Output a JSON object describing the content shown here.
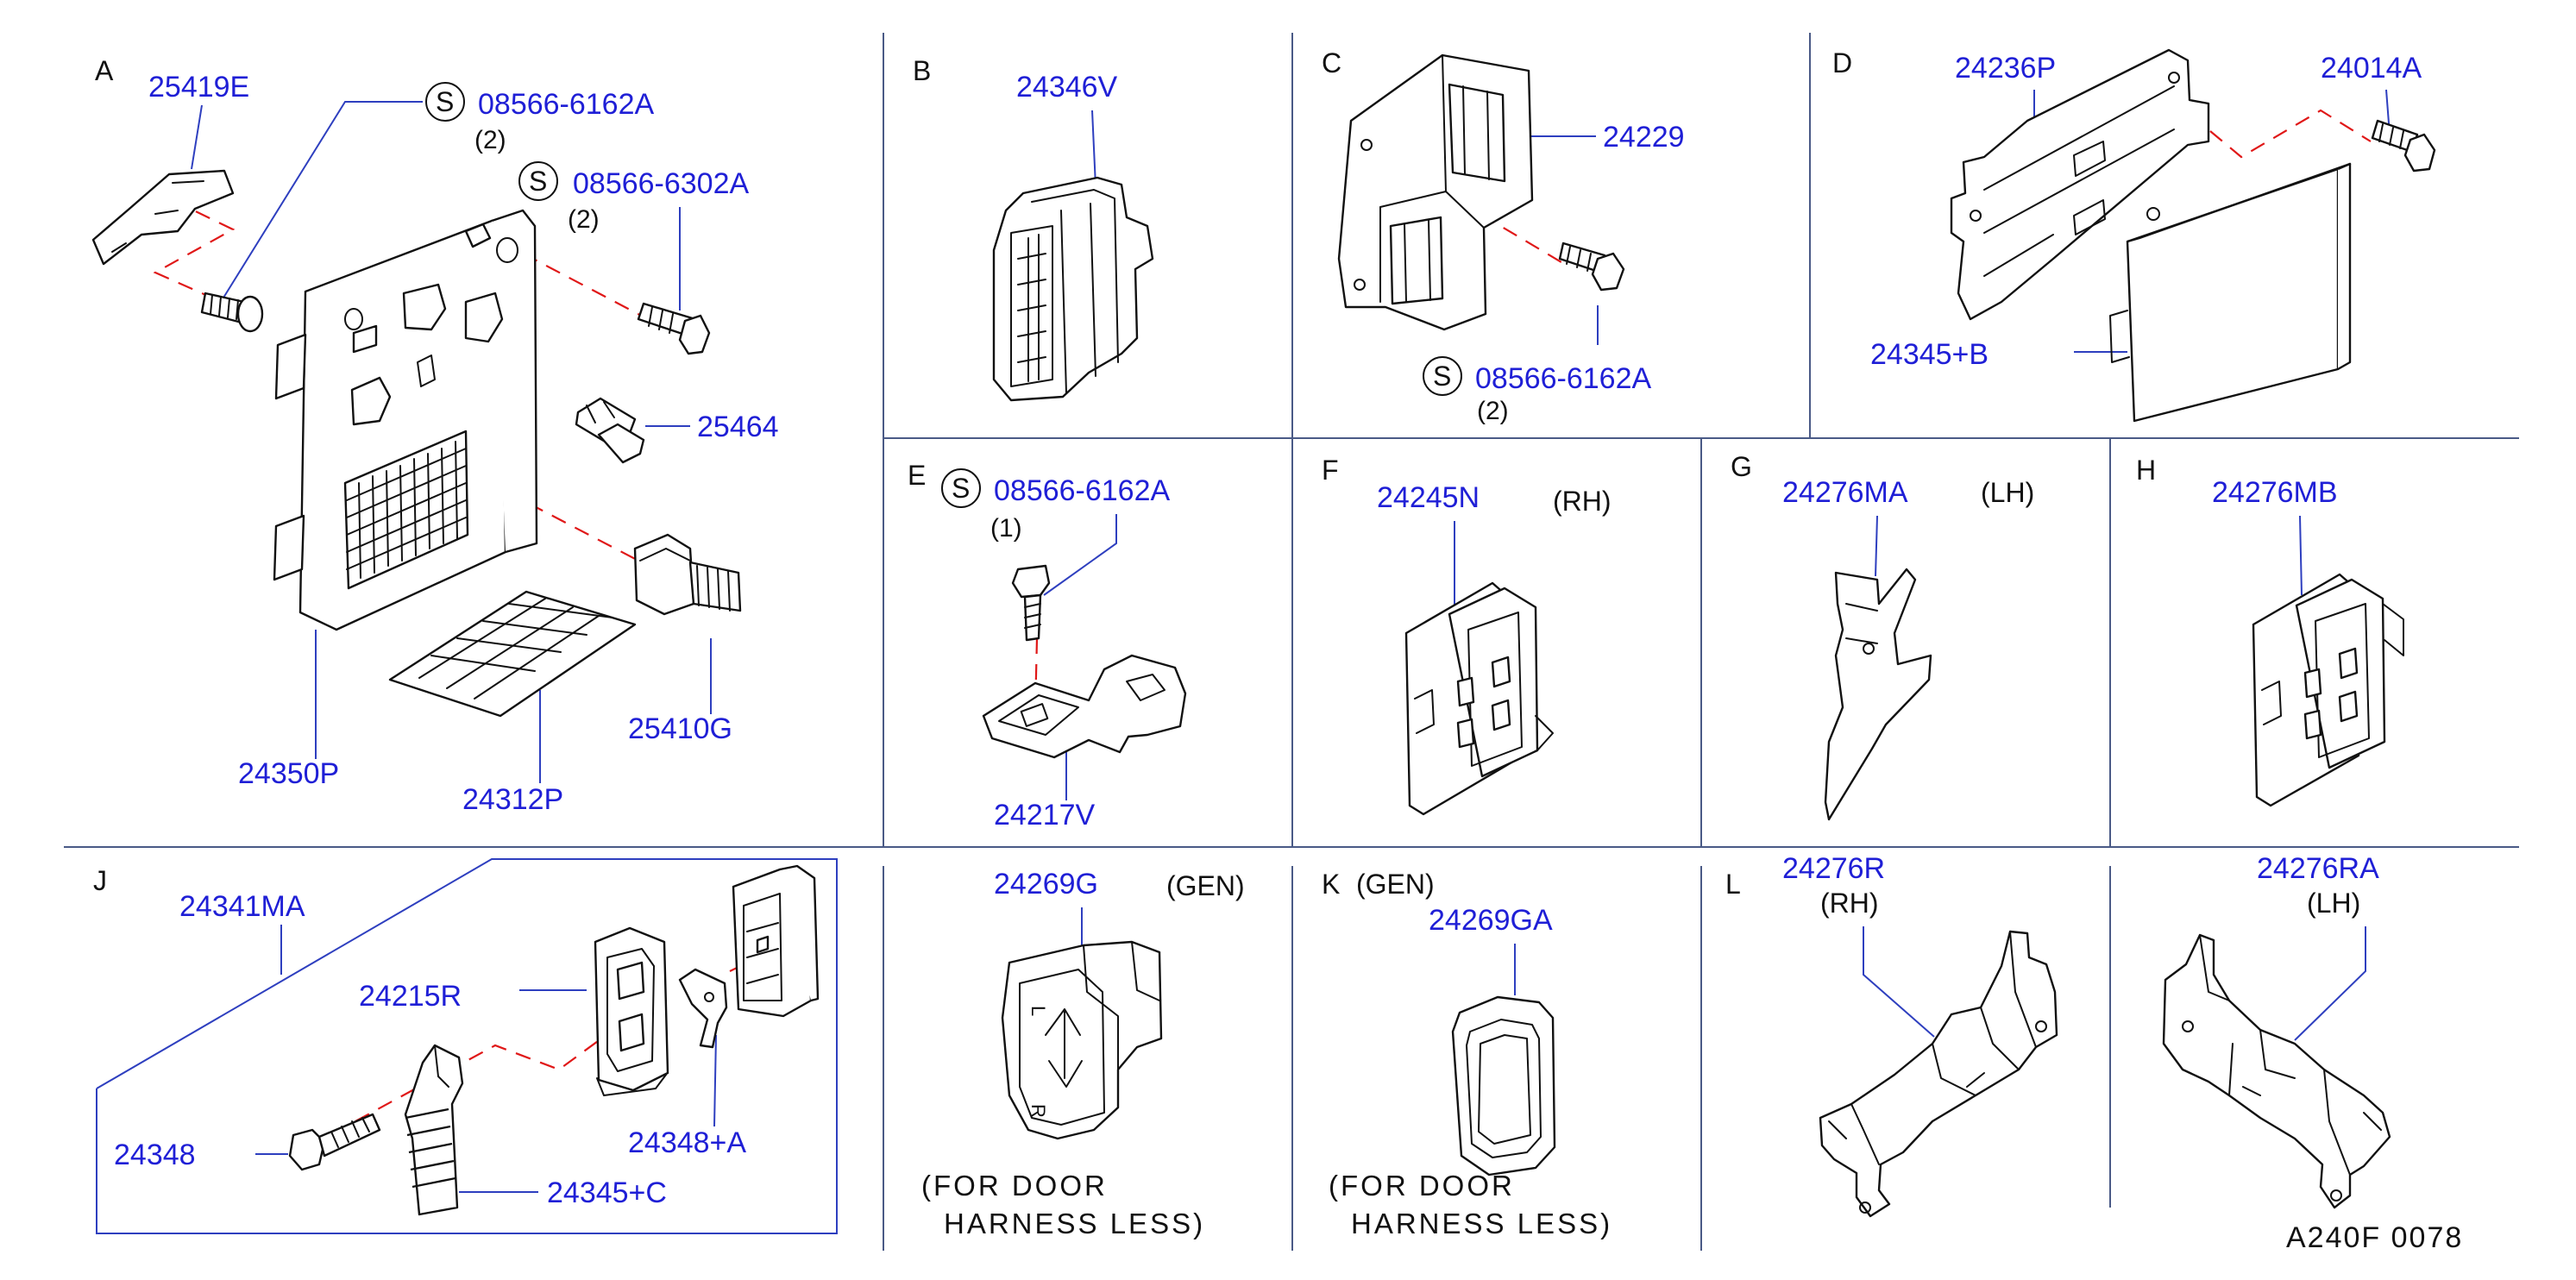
{
  "sections": {
    "A": {
      "letter": "A",
      "p1": "25419E",
      "p2": "08566-6162A",
      "q2": "(2)",
      "p3": "08566-6302A",
      "q3": "(2)",
      "p4": "25464",
      "p5": "25410G",
      "p6": "24350P",
      "p7": "24312P"
    },
    "B": {
      "letter": "B",
      "p1": "24346V"
    },
    "C": {
      "letter": "C",
      "p1": "24229",
      "p2": "08566-6162A",
      "q2": "(2)"
    },
    "D": {
      "letter": "D",
      "p1": "24236P",
      "p2": "24014A",
      "p3": "24345+B"
    },
    "E": {
      "letter": "E",
      "p1": "08566-6162A",
      "q1": "(1)",
      "p2": "24217V"
    },
    "F": {
      "letter": "F",
      "p1": "24245N",
      "side": "(RH)"
    },
    "G": {
      "letter": "G",
      "p1": "24276MA",
      "side": "(LH)"
    },
    "H": {
      "letter": "H",
      "p1": "24276MB"
    },
    "J": {
      "letter": "J",
      "p1": "24341MA",
      "p2": "24215R",
      "p3": "24348+A",
      "p4": "24348",
      "p5": "24345+C"
    },
    "GEN": {
      "p1": "24269G",
      "tag": "(GEN)",
      "note1": "(FOR DOOR",
      "note2": "HARNESS LESS)"
    },
    "K": {
      "letter": "K",
      "tag": "(GEN)",
      "p1": "24269GA",
      "note1": "(FOR DOOR",
      "note2": "HARNESS LESS)"
    },
    "L": {
      "letter": "L",
      "p1": "24276R",
      "side1": "(RH)",
      "p2": "24276RA",
      "side2": "(LH)"
    }
  },
  "screw_symbol": "S",
  "drawing_ref": "A240F 0078"
}
